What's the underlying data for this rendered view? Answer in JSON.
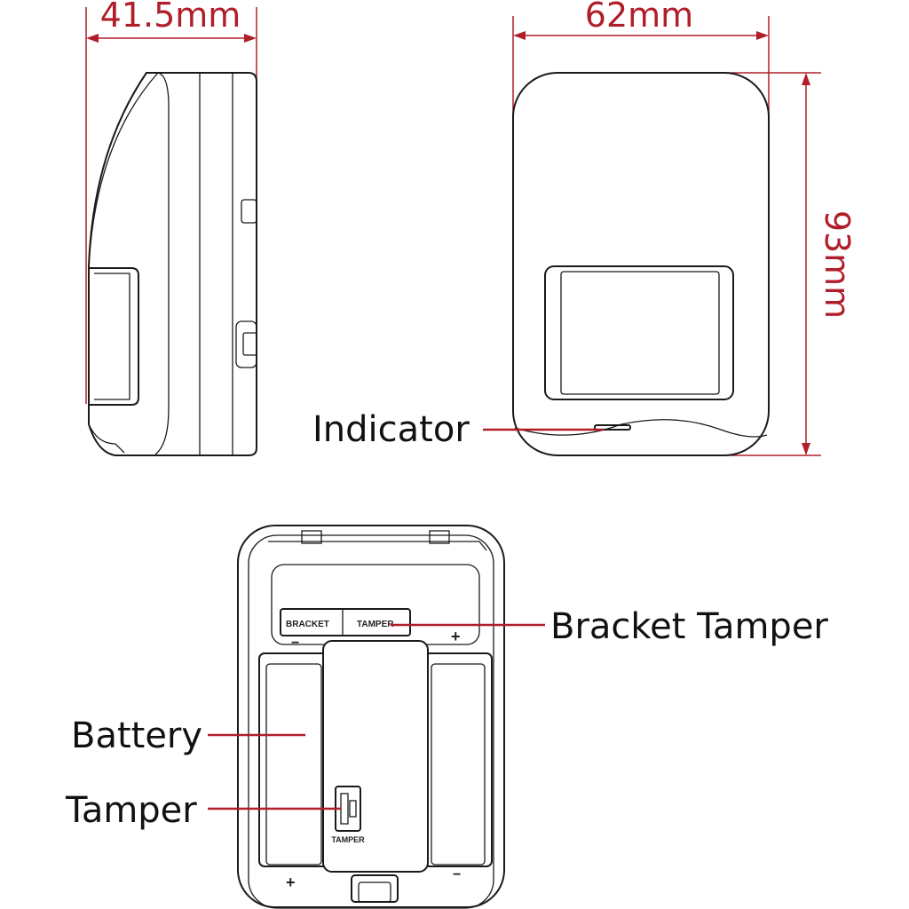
{
  "dimensions": {
    "depth": "41.5mm",
    "width": "62mm",
    "height": "93mm"
  },
  "callouts": {
    "indicator": "Indicator",
    "bracket_tamper": "Bracket Tamper",
    "battery": "Battery",
    "tamper": "Tamper"
  },
  "part_markings": {
    "bracket": "BRACKET",
    "tamper_switch": "TAMPER",
    "tamper_inner": "TAMPER",
    "plus": "+",
    "minus": "−"
  },
  "colors": {
    "dimension": "#b01e2a",
    "outline": "#1a1a1a"
  }
}
